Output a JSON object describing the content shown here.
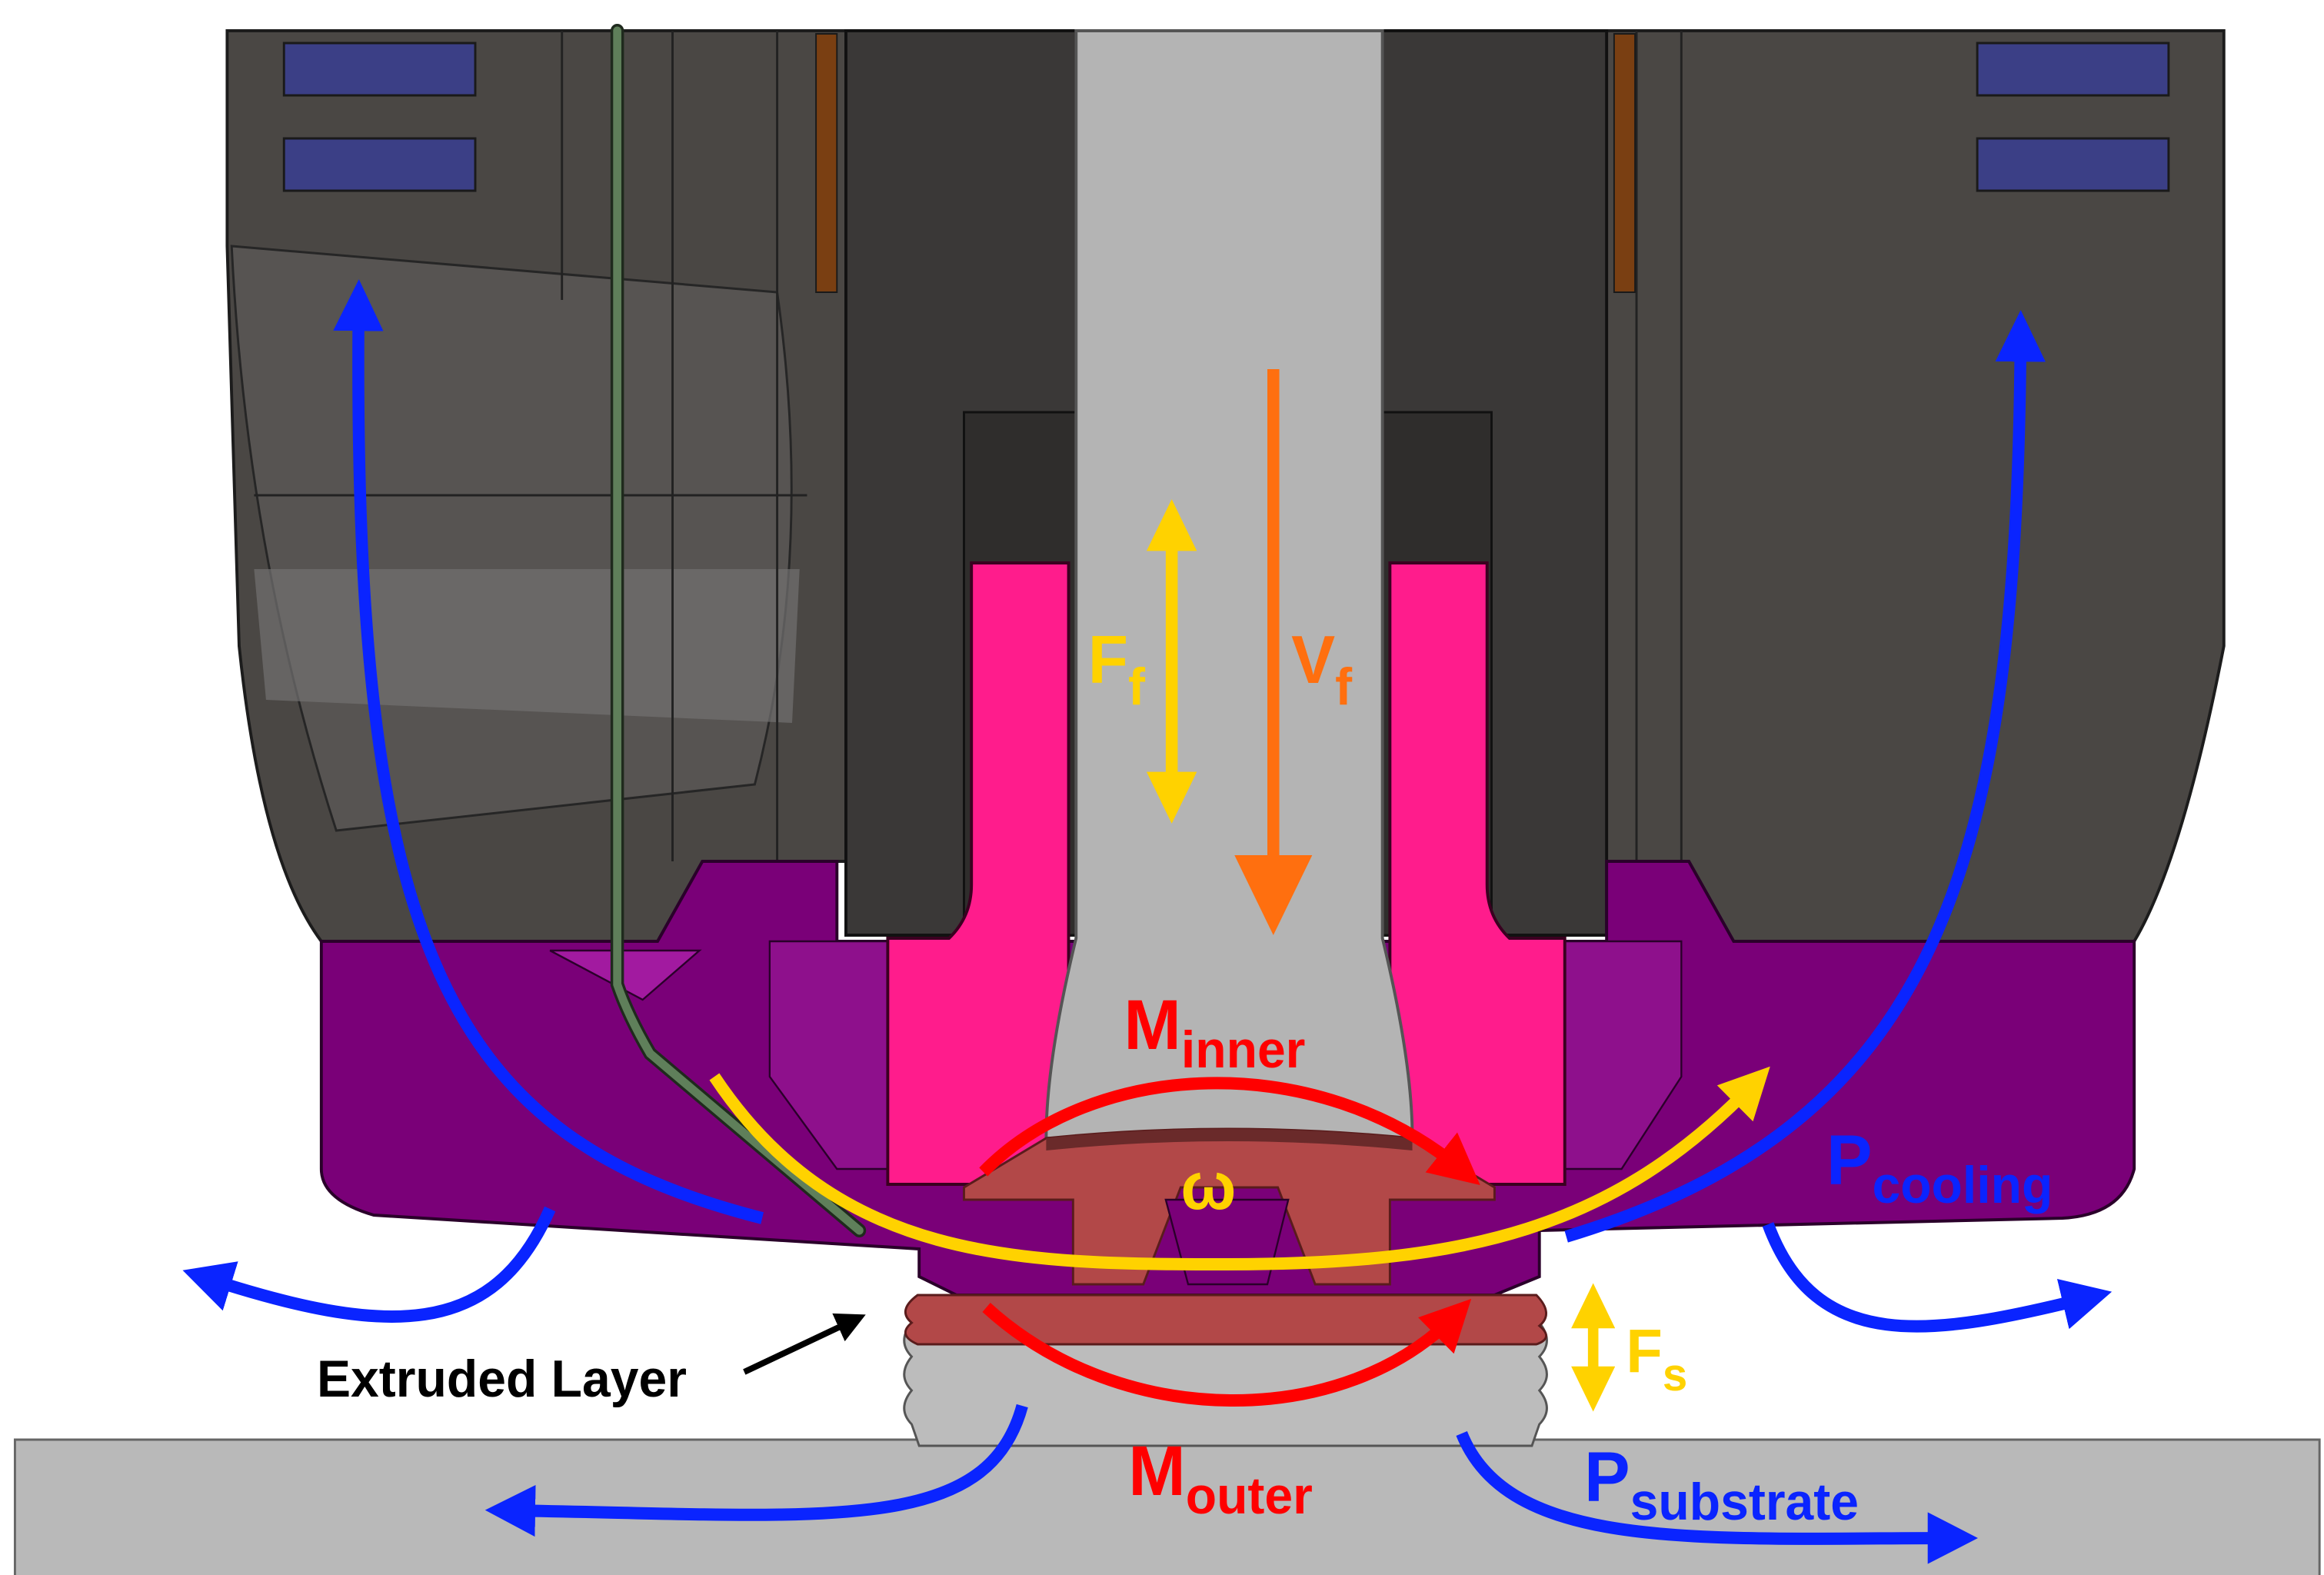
{
  "labels": {
    "ff_main": "F",
    "ff_sub": "f",
    "vf_main": "V",
    "vf_sub": "f",
    "m_inner_main": "M",
    "m_inner_sub": "inner",
    "omega": "ω",
    "m_outer_main": "M",
    "m_outer_sub": "outer",
    "fs_main": "F",
    "fs_sub": "s",
    "p_cooling_main": "P",
    "p_cooling_sub": "cooling",
    "p_substrate_main": "P",
    "p_substrate_sub": "substrate",
    "extruded_layer": "Extruded Layer"
  },
  "colors": {
    "housing": "#4a4744",
    "housing_dark": "#343231",
    "shank": "#b4b4b4",
    "pink_insert": "#ff1c8c",
    "purple_tool": "#7a0078",
    "purple_light": "#9a1a98",
    "deposited_material": "#b24848",
    "substrate": "#b9b9b9",
    "window_blue": "#3b3f86",
    "copper": "#7a3f12",
    "thermocouple": "#5f7f5a",
    "blue_arrow": "#0a24ff",
    "yellow_arrow": "#ffd200",
    "orange_arrow": "#ff6f0f",
    "red_arrow": "#ff0000",
    "black_arrow": "#000000"
  }
}
